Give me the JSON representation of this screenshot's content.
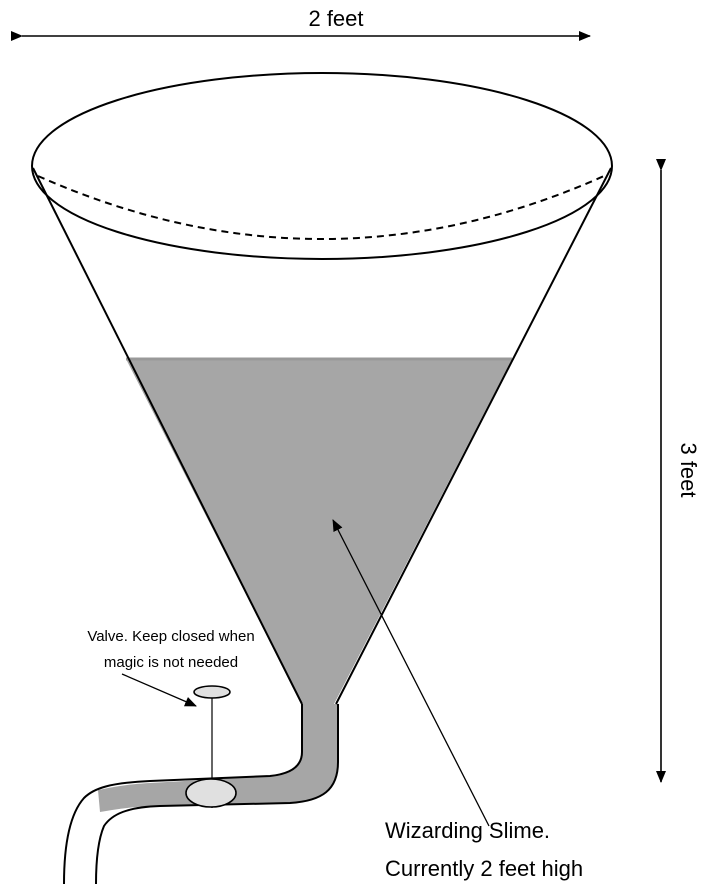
{
  "labels": {
    "top_width": "2 feet",
    "height": "3 feet",
    "valve_line1": "Valve. Keep closed when",
    "valve_line2": "magic is not needed",
    "slime_line1": "Wizarding Slime.",
    "slime_line2": "Currently 2 feet high"
  },
  "dimensions": {
    "cone_top_diameter_ft": 2,
    "cone_height_ft": 3,
    "slime_height_ft": 2
  },
  "colors": {
    "slime_fill": "#a6a6a6",
    "outline": "#000000",
    "valve_fill": "#e0e0e0"
  }
}
